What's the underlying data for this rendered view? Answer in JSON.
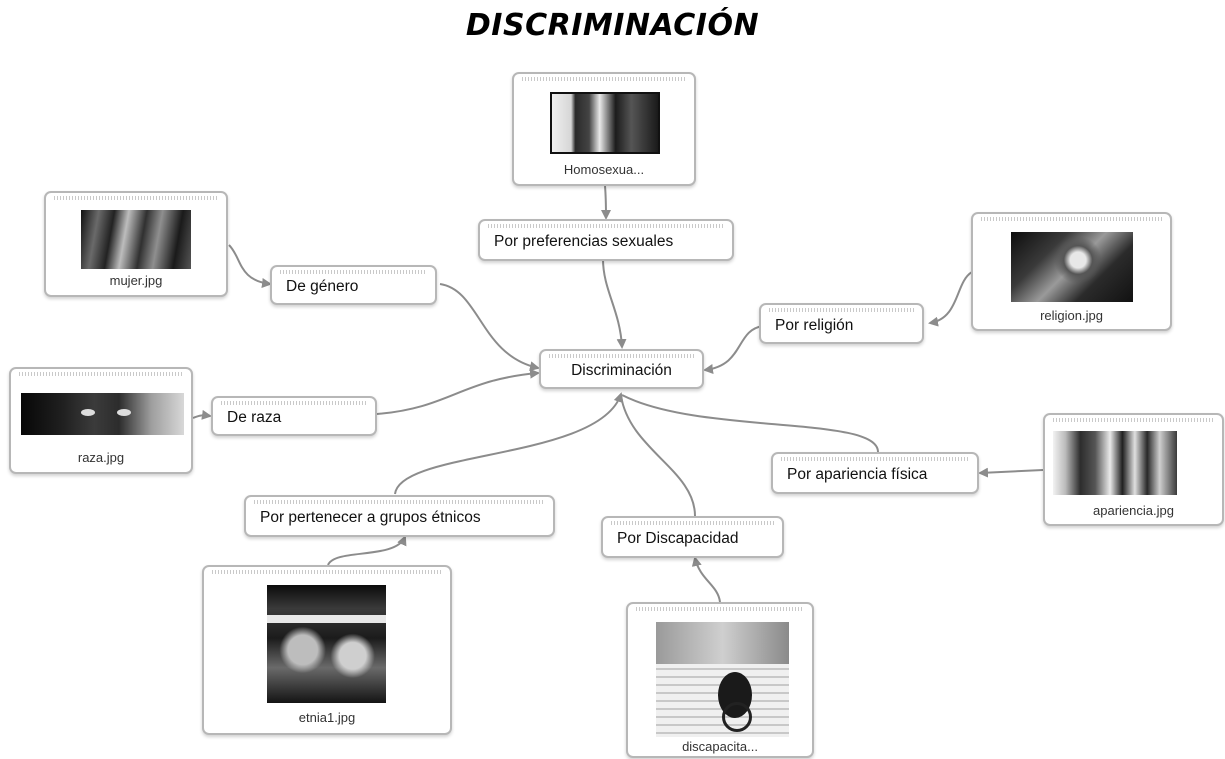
{
  "title": "DISCRIMINACIÓN",
  "concepts": {
    "center": "Discriminación",
    "sexual": "Por preferencias sexuales",
    "genero": "De género",
    "religion": "Por religión",
    "raza": "De raza",
    "apariencia": "Por apariencia física",
    "etnicos": "Por pertenecer a grupos étnicos",
    "discapacidad": "Por Discapacidad"
  },
  "images": {
    "homosexual": "Homosexua...",
    "mujer": "mujer.jpg",
    "religion": "religion.jpg",
    "raza": "raza.jpg",
    "apariencia": "apariencia.jpg",
    "etnia": "etnia1.jpg",
    "discapacidad": "discapacita..."
  },
  "colors": {
    "node_border": "#b7b7b7",
    "link": "#8c8c8c",
    "text": "#111111"
  }
}
